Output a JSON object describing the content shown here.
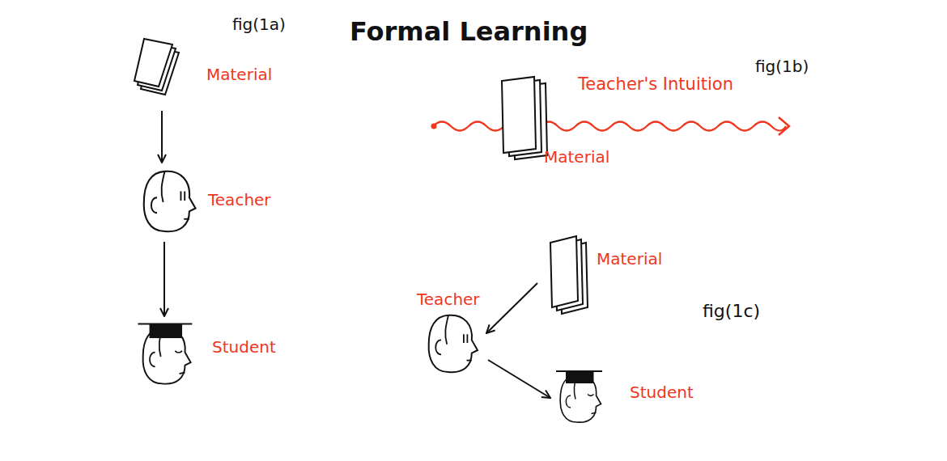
{
  "diagram": {
    "title": "Formal Learning",
    "nodes": [
      {
        "text": [
          "Material"
        ]
      },
      {
        "text": [
          "Teacher"
        ]
      },
      {
        "text": [
          "Student"
        ]
      },
      {
        "text": [
          "Material"
        ]
      },
      {
        "text": [
          "Material"
        ]
      },
      {
        "text": [
          "Teacher"
        ]
      },
      {
        "text": [
          "Student"
        ]
      }
    ],
    "edges": [
      {
        "from": 0,
        "to": 1,
        "arrow": "to"
      },
      {
        "from": 1,
        "to": 2,
        "arrow": "to"
      },
      {
        "from": 4,
        "to": 5,
        "arrow": "to"
      },
      {
        "from": 5,
        "to": 6,
        "arrow": "to"
      }
    ],
    "labels": [
      "fig(1a)",
      "Teacher's Intuition",
      "fig(1b)",
      "fig(1c)"
    ]
  }
}
